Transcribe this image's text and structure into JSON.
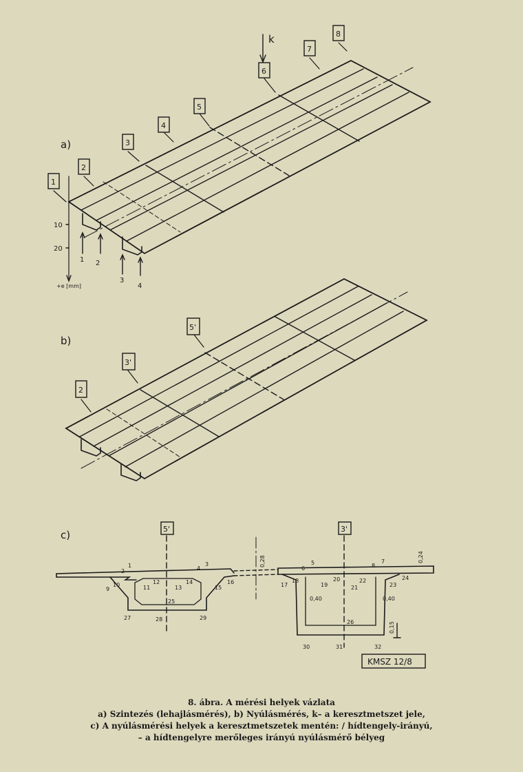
{
  "panel_a": {
    "label": "a)",
    "tags": [
      "1",
      "2",
      "3",
      "4",
      "5",
      "6",
      "7",
      "8"
    ],
    "k_label": "k",
    "scale_ticks": [
      "10",
      "20"
    ],
    "scale_unit": "+e [mm]",
    "support_numbers": [
      "1",
      "2",
      "3",
      "4"
    ]
  },
  "panel_b": {
    "label": "b)",
    "tags": [
      "2",
      "3'",
      "5'"
    ]
  },
  "panel_c": {
    "label": "c)",
    "section_tags": [
      "5'",
      "3'"
    ],
    "left_points": [
      "1",
      "2",
      "3",
      "4",
      "9",
      "10",
      "11",
      "12",
      "13",
      "14",
      "15",
      "16",
      "25",
      "27",
      "28",
      "29"
    ],
    "right_points": [
      "5",
      "6",
      "7",
      "8",
      "17",
      "18",
      "19",
      "20",
      "21",
      "22",
      "23",
      "24",
      "26",
      "30",
      "31",
      "32"
    ],
    "dims": [
      "0,28",
      "0,24",
      "0,40",
      "0,40",
      "0,15"
    ],
    "stamp": "KMSZ 12/8"
  },
  "caption": {
    "line1": "8. ábra. A mérési helyek vázlata",
    "line2": "a) Szintezés (lehajlásmérés), b) Nyúlásmérés, k– a keresztmetszet jele,",
    "line3": "c) A nyúlásmérési helyek a keresztmetszetek mentén: / hídtengely-irányú,",
    "line4": "– a hídtengelyre merőleges irányú nyúlásmérő bélyeg"
  }
}
